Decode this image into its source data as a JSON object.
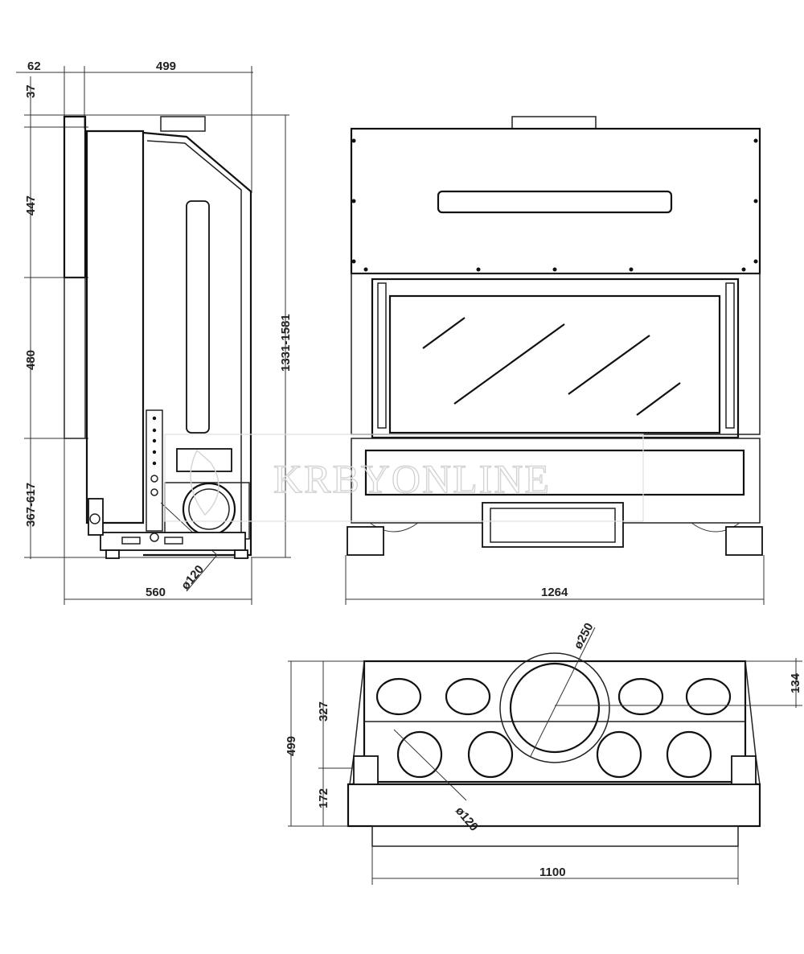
{
  "side_view": {
    "dims": {
      "top_offset": "62",
      "top_width": "499",
      "v_top": "37",
      "v_upper": "447",
      "v_middle": "480",
      "v_lower": "367-617",
      "total_height": "1331-1581",
      "bottom_depth": "560",
      "flue_diameter": "ø120"
    }
  },
  "front_view": {
    "dims": {
      "width": "1264"
    }
  },
  "top_view": {
    "dims": {
      "outlet_diameter": "ø250",
      "outlet_offset": "134",
      "depth_upper": "327",
      "depth_total": "499",
      "depth_lower": "172",
      "air_diameter": "ø120",
      "width": "1100"
    }
  },
  "watermark": {
    "text": "KRBYONLINE"
  }
}
